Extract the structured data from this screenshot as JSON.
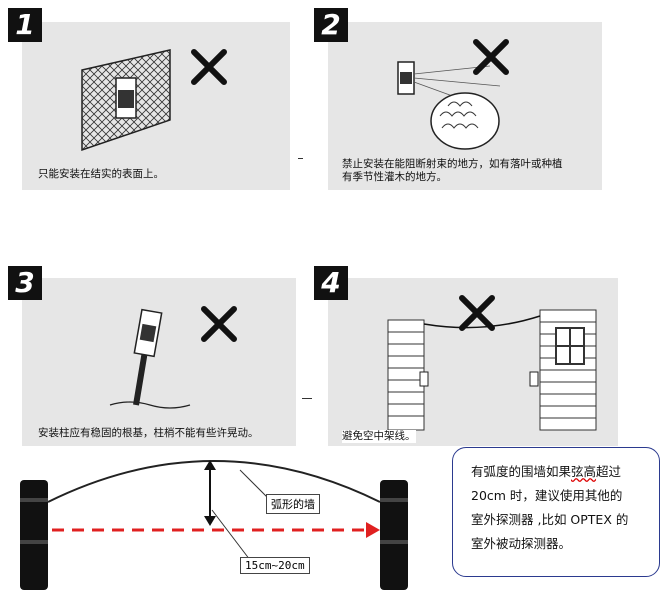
{
  "panels": [
    {
      "number": "1",
      "caption": "只能安装在结实的表面上。"
    },
    {
      "number": "2",
      "caption_line1": "禁止安装在能阻断射束的地方，如有落叶或种植",
      "caption_line2": "有季节性灌木的地方。"
    },
    {
      "number": "3",
      "caption": "安装柱应有稳固的根基，柱梢不能有些许晃动。"
    },
    {
      "number": "4",
      "caption": "避免空中架线。"
    }
  ],
  "curve_wall_label": "弧形的墙",
  "height_label": "15cm~20cm",
  "note": {
    "line1a": "有弧度的围墙如果",
    "line1b": "弦高",
    "line1c": "超过",
    "line2": "20cm 时，建议使用其他的",
    "line3": "室外探测器 ,比如 OPTEX 的",
    "line4": "室外被动探测器。"
  },
  "colors": {
    "cross": "#111111",
    "beam": "#e02020",
    "note_border": "#2b3a8f"
  }
}
